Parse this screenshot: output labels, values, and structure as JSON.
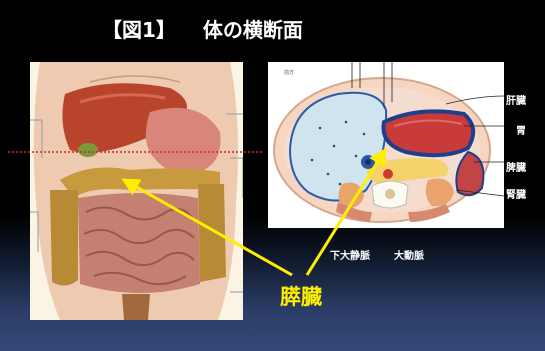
{
  "title": {
    "label": "【図1】",
    "text": "体の横断面"
  },
  "main_label": "膵臓",
  "cross_section": {
    "header": "前方",
    "right_labels": [
      "肝臓",
      "胃",
      "脾臓",
      "腎臓"
    ],
    "bottom_labels": [
      "下大静脈",
      "大動脈"
    ]
  },
  "colors": {
    "accent": "#ffee00",
    "cut_line": "#e02020",
    "liver": "#b8442c",
    "stomach": "#c93a3a",
    "intestine": "#c0806e",
    "colon": "#c79a3e",
    "pancreas": "#f3d36a"
  }
}
